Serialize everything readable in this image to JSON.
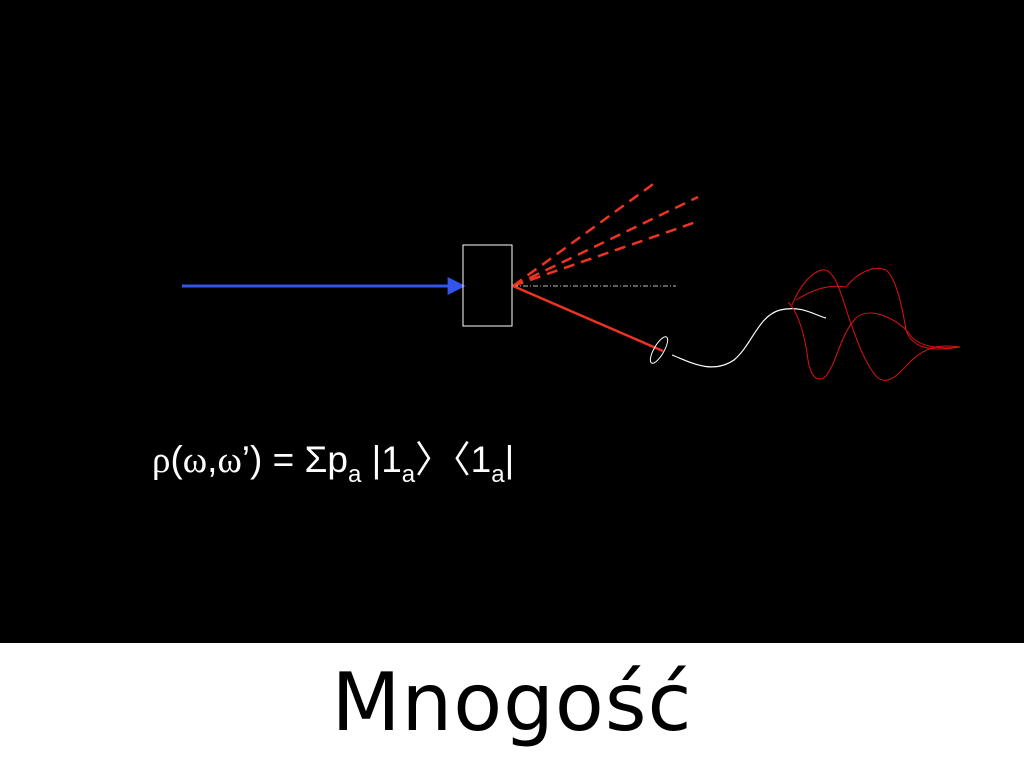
{
  "formula": {
    "rho": "ρ",
    "open_paren": "(",
    "omega": "ω",
    "comma": ",",
    "omega_prime": "ω",
    "prime_close": "’) = ",
    "sigma": "Σ",
    "p": "p",
    "sub_a1": "a",
    "ket_open": " |1",
    "sub_a2": "a",
    "bra_mid": "〉〈1",
    "sub_a3": "a",
    "bar_close": "|"
  },
  "caption": "Mnogość",
  "colors": {
    "background": "#000000",
    "caption_bar": "#ffffff",
    "input_beam": "#3355ee",
    "output_beam": "#ee3322",
    "wavepacket": "#dd1111",
    "outline": "#ffffff"
  },
  "icons": [
    "beam-splitter-box",
    "photon-detector-icon",
    "wavepacket-icon"
  ]
}
